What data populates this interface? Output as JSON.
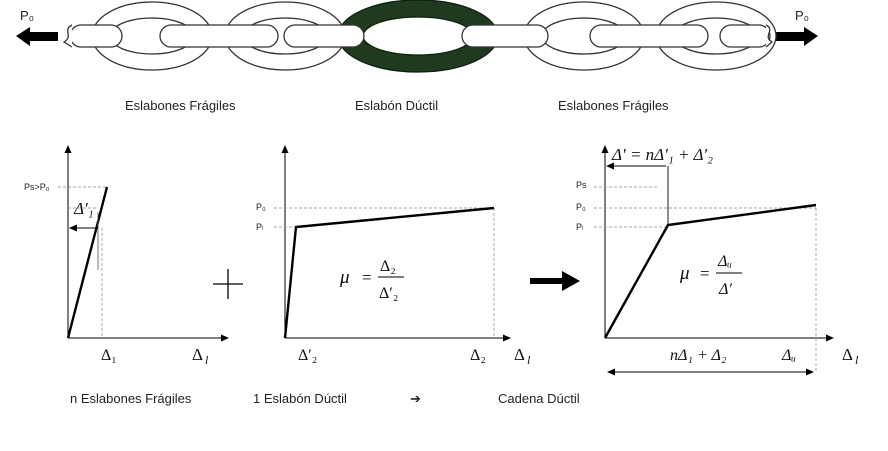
{
  "chain": {
    "force_left": "P₀",
    "force_right": "P₀",
    "label_brittle_left": "Eslabones Frágiles",
    "label_ductile": "Eslabón Dúctil",
    "label_brittle_right": "Eslabones Frágiles",
    "ductile_link_color": "#1f3a1f"
  },
  "graph1": {
    "y_label_top": "Ps>P₀",
    "x_tick": "Δ₁",
    "x_axis": "Δ",
    "x_axis_sub": "l",
    "annot": "Δ′₁",
    "caption": "n Eslabones Frágiles"
  },
  "graph2": {
    "y_tick_p0": "P₀",
    "y_tick_pl": "Pₗ",
    "x_tick1": "Δ′₂",
    "x_tick2": "Δ₂",
    "x_axis": "Δ",
    "x_axis_sub": "l",
    "mu": "μ",
    "eq": "=",
    "num": "Δ₂",
    "den": "Δ′₂",
    "caption": "1 Eslabón Dúctil"
  },
  "graph3": {
    "y_tick_ps": "Ps",
    "y_tick_p0": "P₀",
    "y_tick_pl": "Pₗ",
    "top_eq": "Δ′ = nΔ′₁ + Δ′₂",
    "bottom_eq": "nΔ₁ + Δ₂",
    "x_tick": "Δᵤ",
    "x_axis": "Δ",
    "x_axis_sub": "l",
    "mu": "μ",
    "eq": "=",
    "num": "Δᵤ",
    "den": "Δ′",
    "caption": "Cadena Dúctil"
  },
  "operators": {
    "plus": "+",
    "arrow_caption": "➔"
  }
}
